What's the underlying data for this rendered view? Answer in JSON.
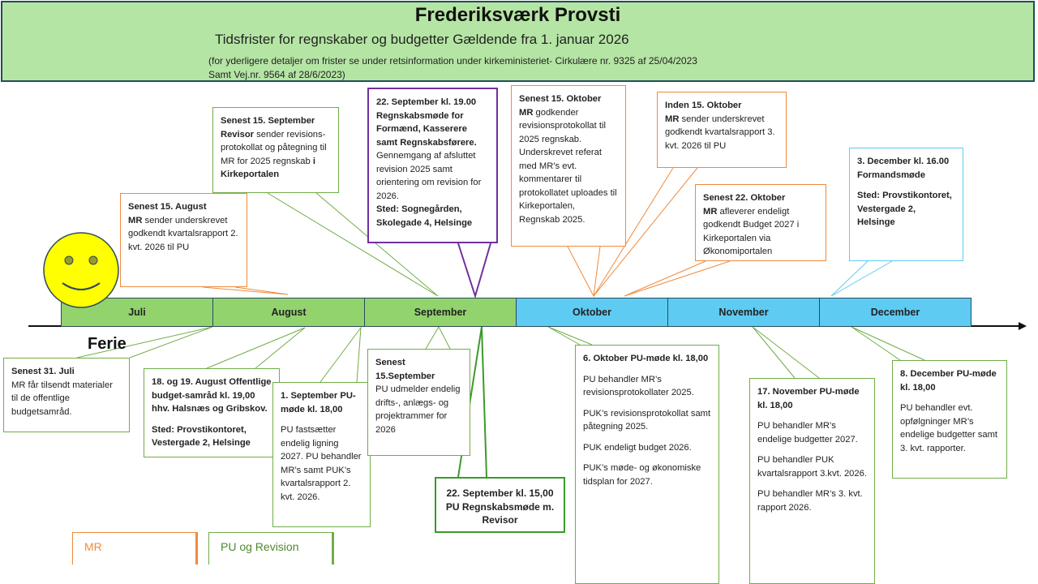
{
  "header": {
    "title": "Frederiksværk Provsti",
    "subtitle": "Tidsfrister for regnskaber og budgetter Gældende fra 1. januar 2026",
    "note1": "(for yderligere detaljer om frister se under retsinformation under kirkeministeriet-  Cirkulære nr. 9325 af 25/04/2023",
    "note2": "Samt Vej.nr. 9564 af 28/6/2023)"
  },
  "months": [
    "Juli",
    "August",
    "September",
    "Oktober",
    "November",
    "December"
  ],
  "colors": {
    "summer": "#92d36e",
    "autumn": "#5ecbf3",
    "mr": "#f08a3c",
    "pu": "#70ad47",
    "purple": "#7030a0",
    "blue": "#5ecbf3"
  },
  "ferie": "Ferie",
  "callouts": [
    {
      "id": "aug-kvartalsrapport",
      "parts": [
        [
          "Senest 15. August",
          1
        ],
        [
          "MR",
          1,
          "inline"
        ],
        [
          " sender underskrevet godkendt kvartalsrapport 2. kvt. 2026 til PU",
          0,
          "inline"
        ]
      ]
    },
    {
      "id": "sep-revisor",
      "parts": [
        [
          "Senest 15. September",
          1
        ],
        [
          "Revisor",
          1,
          "inline"
        ],
        [
          " sender revisions-protokollat og påtegning til MR for 2025 regnskab ",
          0,
          "inline"
        ],
        [
          "i Kirkeportalen",
          1,
          "inline"
        ]
      ]
    },
    {
      "id": "sep-regnskabsmode",
      "parts": [
        [
          "22. September kl. 19.00 Regnskabsmøde for Formænd, Kasserere samt Regnskabsførere.",
          1
        ],
        [
          "Gennemgang af afsluttet revision 2025 samt orientering om revision for 2026.",
          0
        ],
        [
          "Sted: Sognegården, Skolegade 4, Helsinge",
          1
        ]
      ]
    },
    {
      "id": "okt-mr-godkender",
      "parts": [
        [
          "Senest 15. Oktober",
          1
        ],
        [
          "MR",
          1,
          "inline"
        ],
        [
          " godkender revisionsprotokollat til 2025 regnskab. Underskrevet referat med MR’s evt. kommentarer til protokollatet uploades til Kirkeportalen, Regnskab 2025.",
          0,
          "inline"
        ]
      ]
    },
    {
      "id": "okt-kvartalsrapport",
      "parts": [
        [
          "Inden 15. Oktober",
          1
        ],
        [
          "MR",
          1,
          "inline"
        ],
        [
          " sender underskrevet godkendt kvartalsrapport 3. kvt. 2026 til PU",
          0,
          "inline"
        ]
      ]
    },
    {
      "id": "okt-budget",
      "parts": [
        [
          "Senest 22. Oktober",
          1
        ],
        [
          "MR",
          1,
          "inline"
        ],
        [
          " afleverer endeligt godkendt Budget 2027 i Kirkeportalen via Økonomiportalen",
          0,
          "inline"
        ]
      ]
    },
    {
      "id": "dec-formandsmode",
      "parts": [
        [
          "3. December kl. 16.00 Formandsmøde",
          1
        ],
        [
          "",
          0,
          "gap"
        ],
        [
          "Sted: Provstikontoret, Vestergade 2, Helsinge",
          1
        ]
      ]
    },
    {
      "id": "jul-materialer",
      "parts": [
        [
          "Senest 31. Juli",
          1
        ],
        [
          "MR får tilsendt materialer til de offentlige budgetsamråd.",
          0
        ]
      ]
    },
    {
      "id": "aug-samraad",
      "parts": [
        [
          "18. og 19. August Offentlige budget-samråd kl. 19,00 hhv. Halsnæs og Gribskov.",
          1
        ],
        [
          "",
          0,
          "gap"
        ],
        [
          "Sted: Provstikontoret, Vestergade 2, Helsinge",
          1
        ]
      ]
    },
    {
      "id": "sep-pu-mode",
      "parts": [
        [
          "1. September PU-møde kl. 18,00",
          1
        ],
        [
          "",
          0,
          "gap"
        ],
        [
          "PU fastsætter endelig ligning 2027.   PU behandler MR’s samt PUK’s kvartalsrapport 2. kvt. 2026.",
          0
        ]
      ]
    },
    {
      "id": "sep-rammer",
      "parts": [
        [
          "Senest 15.September",
          1
        ],
        [
          "PU udmelder endelig drifts-, anlægs- og projektrammer for 2026",
          0
        ]
      ]
    },
    {
      "id": "sep-pu-regnskabsmode",
      "parts": [
        [
          "22. September kl. 15,00 PU Regnskabsmøde m. Revisor",
          1
        ]
      ]
    },
    {
      "id": "okt-pu-mode",
      "parts": [
        [
          "6. Oktober PU-møde kl. 18,00",
          1
        ],
        [
          "",
          0,
          "gap"
        ],
        [
          "PU behandler MR’s revisionsprotokollater 2025.",
          0
        ],
        [
          "",
          0,
          "gap"
        ],
        [
          "PUK’s revisionsprotokollat samt påtegning 2025.",
          0
        ],
        [
          "",
          0,
          "gap"
        ],
        [
          "PUK endeligt budget 2026.",
          0
        ],
        [
          "",
          0,
          "gap"
        ],
        [
          "PUK’s møde- og økonomiske tidsplan for 2027.",
          0
        ]
      ]
    },
    {
      "id": "nov-pu-mode",
      "parts": [
        [
          "17. November PU-møde kl. 18,00",
          1
        ],
        [
          "",
          0,
          "gap"
        ],
        [
          "PU behandler MR’s endelige budgetter 2027.",
          0
        ],
        [
          "",
          0,
          "gap"
        ],
        [
          "PU behandler PUK kvartalsrapport 3.kvt. 2026.",
          0
        ],
        [
          "",
          0,
          "gap"
        ],
        [
          "PU behandler MR’s 3. kvt. rapport 2026.",
          0
        ]
      ]
    },
    {
      "id": "dec-pu-mode",
      "parts": [
        [
          "8. December PU-møde kl. 18,00",
          1
        ],
        [
          "",
          0,
          "gap"
        ],
        [
          "PU behandler evt. opfølgninger MR’s endelige budgetter samt 3. kvt. rapporter.",
          0
        ]
      ]
    }
  ],
  "legend": {
    "mr": "MR",
    "pu": "PU og Revision"
  }
}
